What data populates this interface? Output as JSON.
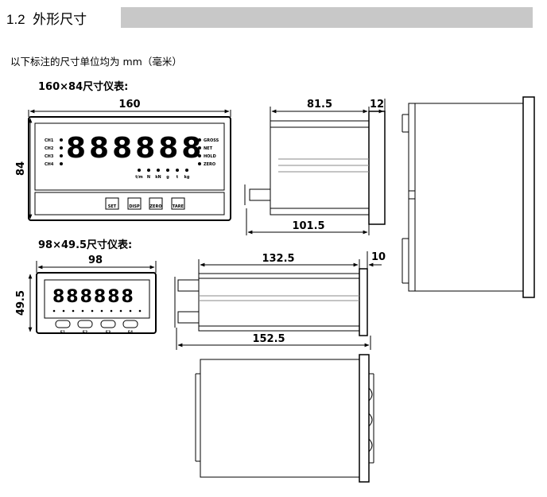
{
  "section": {
    "number": "1.2",
    "title": "外形尺寸",
    "accent": "#c8c8c8"
  },
  "note": "以下标注的尺寸单位均为 mm（毫米）",
  "meters": [
    {
      "heading": "160×84尺寸仪表:",
      "front": {
        "width": "160",
        "height": "84",
        "display": "888888",
        "left_leds": [
          "CH1",
          "CH2",
          "CH3",
          "CH4"
        ],
        "right_leds": [
          "GROSS",
          "NET",
          "HOLD",
          "ZERO"
        ],
        "unit_leds": [
          "t/m",
          "N",
          "kN",
          "g",
          "t",
          "kg"
        ],
        "buttons": [
          "SET",
          "DISP",
          "ZERO",
          "TARE"
        ]
      },
      "side": {
        "body": "81.5",
        "bezel": "12",
        "total": "101.5"
      }
    },
    {
      "heading": "98×49.5尺寸仪表:",
      "front": {
        "width": "98",
        "height": "49.5",
        "display": "888888",
        "buttons": [
          "F1",
          "F2",
          "F3",
          "F4"
        ]
      },
      "side": {
        "body": "132.5",
        "bezel": "10",
        "total": "152.5"
      }
    }
  ]
}
